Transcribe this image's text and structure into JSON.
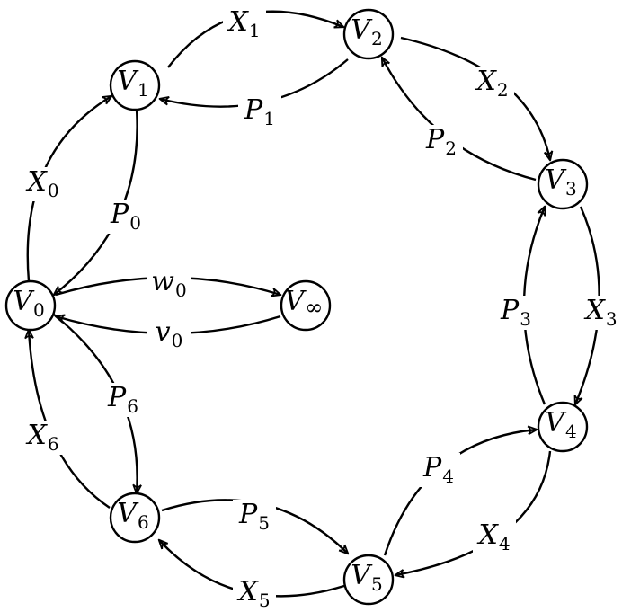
{
  "nodes": [
    {
      "id": "V0",
      "base": "V",
      "sub": "0"
    },
    {
      "id": "V1",
      "base": "V",
      "sub": "1"
    },
    {
      "id": "V2",
      "base": "V",
      "sub": "2"
    },
    {
      "id": "V3",
      "base": "V",
      "sub": "3"
    },
    {
      "id": "V4",
      "base": "V",
      "sub": "4"
    },
    {
      "id": "V5",
      "base": "V",
      "sub": "5"
    },
    {
      "id": "V6",
      "base": "V",
      "sub": "6"
    },
    {
      "id": "Vinf",
      "base": "V",
      "sub": "∞"
    }
  ],
  "edges": [
    {
      "from": "V0",
      "to": "V1",
      "base": "X",
      "sub": "0"
    },
    {
      "from": "V1",
      "to": "V0",
      "base": "P",
      "sub": "0"
    },
    {
      "from": "V1",
      "to": "V2",
      "base": "X",
      "sub": "1"
    },
    {
      "from": "V2",
      "to": "V1",
      "base": "P",
      "sub": "1"
    },
    {
      "from": "V2",
      "to": "V3",
      "base": "X",
      "sub": "2"
    },
    {
      "from": "V3",
      "to": "V2",
      "base": "P",
      "sub": "2"
    },
    {
      "from": "V3",
      "to": "V4",
      "base": "X",
      "sub": "3"
    },
    {
      "from": "V4",
      "to": "V3",
      "base": "P",
      "sub": "3"
    },
    {
      "from": "V4",
      "to": "V5",
      "base": "X",
      "sub": "4"
    },
    {
      "from": "V5",
      "to": "V4",
      "base": "P",
      "sub": "4"
    },
    {
      "from": "V5",
      "to": "V6",
      "base": "X",
      "sub": "5"
    },
    {
      "from": "V6",
      "to": "V5",
      "base": "P",
      "sub": "5"
    },
    {
      "from": "V6",
      "to": "V0",
      "base": "X",
      "sub": "6"
    },
    {
      "from": "V0",
      "to": "V6",
      "base": "P",
      "sub": "6"
    },
    {
      "from": "V0",
      "to": "Vinf",
      "base": "w",
      "sub": "0"
    },
    {
      "from": "Vinf",
      "to": "V0",
      "base": "v",
      "sub": "0"
    }
  ]
}
